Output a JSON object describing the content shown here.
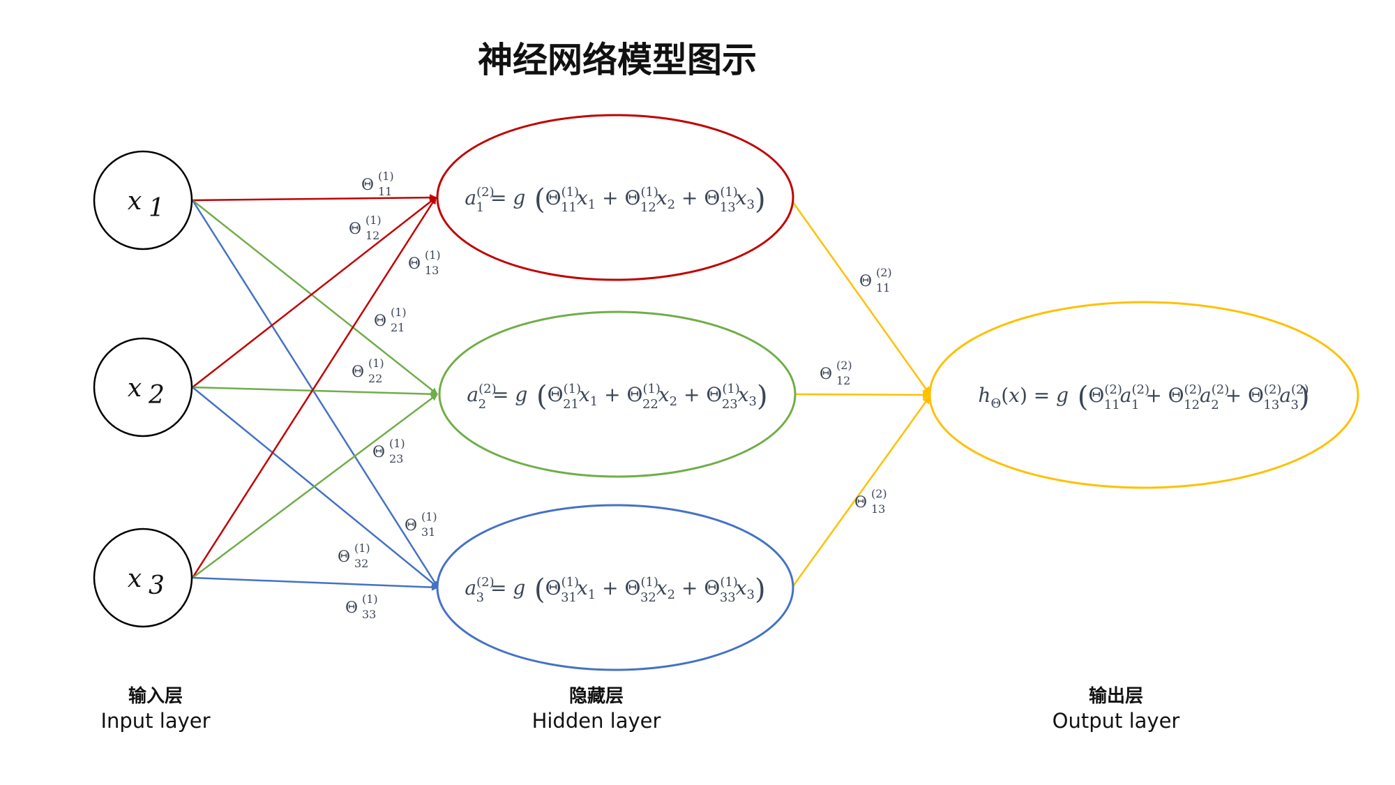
{
  "title": "神经网络模型图示",
  "colors": {
    "red": "#c00000",
    "green": "#70ad47",
    "blue": "#4472c4",
    "yellow": "#ffc000",
    "node_stroke": "#000000",
    "math_text": "#3a4556"
  },
  "inputs": {
    "x1": {
      "var": "x",
      "sub": "1"
    },
    "x2": {
      "var": "x",
      "sub": "2"
    },
    "x3": {
      "var": "x",
      "sub": "3"
    }
  },
  "hidden": [
    {
      "name": "a_1^{(2)} = g(Θ11 x1 + Θ12 x2 + Θ13 x3)",
      "color": "red"
    },
    {
      "name": "a_2^{(2)} = g(Θ21 x1 + Θ22 x2 + Θ23 x3)",
      "color": "green"
    },
    {
      "name": "a_3^{(2)} = g(Θ31 x1 + Θ32 x2 + Θ33 x3)",
      "color": "blue"
    }
  ],
  "output": {
    "formula": "h_Θ(x) = g(Θ11^{(2)} a1^{(2)} + Θ12^{(2)} a2^{(2)} + Θ13^{(2)} a3^{(2)})"
  },
  "weights_layer1": {
    "w11": {
      "sym": "Θ",
      "sup": "(1)",
      "sub": "11"
    },
    "w12": {
      "sym": "Θ",
      "sup": "(1)",
      "sub": "12"
    },
    "w13": {
      "sym": "Θ",
      "sup": "(1)",
      "sub": "13"
    },
    "w21": {
      "sym": "Θ",
      "sup": "(1)",
      "sub": "21"
    },
    "w22": {
      "sym": "Θ",
      "sup": "(1)",
      "sub": "22"
    },
    "w23": {
      "sym": "Θ",
      "sup": "(1)",
      "sub": "23"
    },
    "w31": {
      "sym": "Θ",
      "sup": "(1)",
      "sub": "31"
    },
    "w32": {
      "sym": "Θ",
      "sup": "(1)",
      "sub": "32"
    },
    "w33": {
      "sym": "Θ",
      "sup": "(1)",
      "sub": "33"
    }
  },
  "weights_layer2": {
    "w11": {
      "sym": "Θ",
      "sup": "(2)",
      "sub": "11"
    },
    "w12": {
      "sym": "Θ",
      "sup": "(2)",
      "sub": "12"
    },
    "w13": {
      "sym": "Θ",
      "sup": "(2)",
      "sub": "13"
    }
  },
  "layers": {
    "input": {
      "cn": "输入层",
      "en": "Input layer"
    },
    "hidden": {
      "cn": "隐藏层",
      "en": "Hidden layer"
    },
    "output": {
      "cn": "输出层",
      "en": "Output layer"
    }
  }
}
